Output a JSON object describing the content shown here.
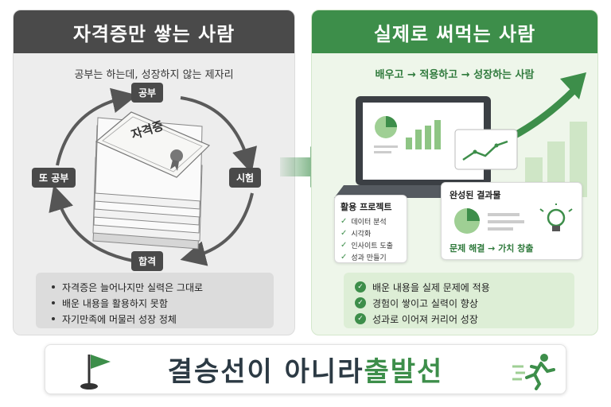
{
  "left_panel": {
    "title": "자격증만 쌓는 사람",
    "subtitle": "공부는 하는데, 성장하지 않는 제자리",
    "cycle": {
      "top": "공부",
      "right": "시험",
      "bottom": "합격",
      "left": "또 공부"
    },
    "certificate_label": "자격증",
    "bullets": [
      "자격증은 늘어나지만 실력은 그대로",
      "배운 내용을 활용하지 못함",
      "자기만족에 머물러 성장 정체"
    ]
  },
  "right_panel": {
    "title": "실제로 써먹는 사람",
    "subtitle": "배우고 → 적용하고 → 성장하는 사람",
    "project_card": {
      "title": "활용 프로젝트",
      "items": [
        "데이터 분석",
        "시각화",
        "인사이트 도출",
        "성과 만들기"
      ]
    },
    "result_card": {
      "title": "완성된 결과물",
      "caption": "문제 해결 → 가치 창출"
    },
    "bullets": [
      "배운 내용을 실제 문제에 적용",
      "경험이 쌓이고 실력이 향상",
      "성과로 이어져 커리어 성장"
    ]
  },
  "banner": {
    "part1": "결승선이 아니라 ",
    "part2": "출발선"
  },
  "colors": {
    "dark": "#4a4a4a",
    "green": "#3d8e4a",
    "light_green": "#eef6ea",
    "grey_bg": "#ededed"
  }
}
